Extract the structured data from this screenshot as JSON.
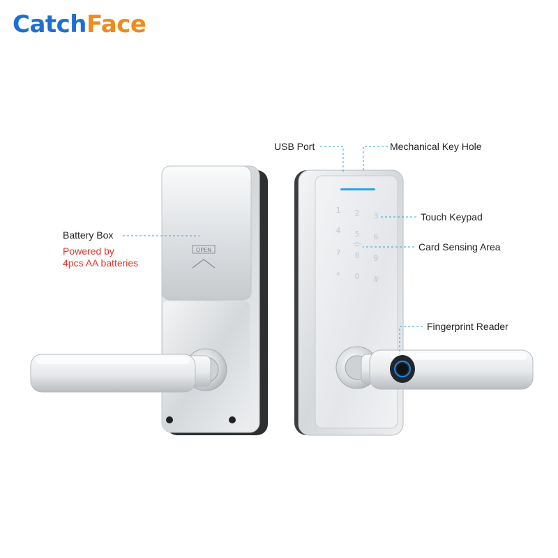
{
  "brand": {
    "part1": "Catch",
    "part2": "Face",
    "color1": "#1f6fd1",
    "color2": "#f08a1c"
  },
  "callouts": {
    "battery_box": "Battery Box",
    "battery_note_line1": "Powered by",
    "battery_note_line2": "4pcs AA batteries",
    "usb_port": "USB Port",
    "key_hole": "Mechanical Key Hole",
    "touch_keypad": "Touch Keypad",
    "card_area": "Card Sensing Area",
    "fingerprint": "Fingerprint Reader"
  },
  "lock": {
    "open_label": "OPEN",
    "keypad_keys": [
      "1",
      "2",
      "3",
      "4",
      "5",
      "6",
      "7",
      "8",
      "9",
      "*",
      "0",
      "#"
    ]
  },
  "colors": {
    "accent_line": "#29a3e8",
    "note": "#e0342b",
    "fingerprint_ring": "#1e88e5"
  }
}
